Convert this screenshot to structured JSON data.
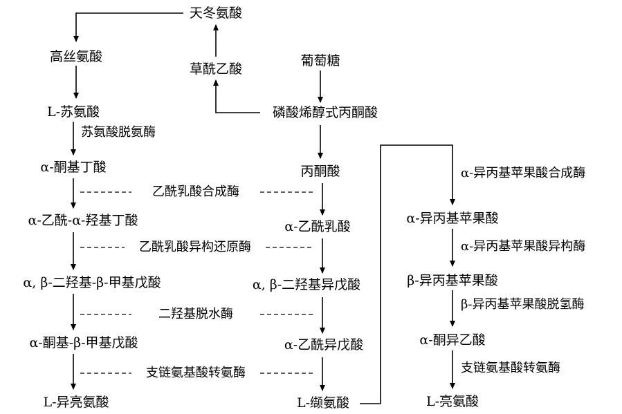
{
  "nodes": {
    "aspartate": "天冬氨酸",
    "homoserine": "高丝氨酸",
    "oxaloacetate": "草酰乙酸",
    "glucose": "葡萄糖",
    "threonine": "L-苏氨酸",
    "pep": "磷酸烯醇式丙酮酸",
    "ketobutyrate": "α-酮基丁酸",
    "pyruvate": "丙酮酸",
    "aceto_hydroxybutyrate": "α-乙酰-α-羟基丁酸",
    "acetolactate": "α-乙酰乳酸",
    "dihydroxy_methylvalerate": "α, β-二羟基-β-甲基戊酸",
    "dihydroxy_isovalerate": "α, β-二羟基异戊酸",
    "keto_methylvalerate": "α-酮基-β-甲基戊酸",
    "aceto_isovalerate": "α-乙酰异戊酸",
    "isoleucine": "L-异亮氨酸",
    "valine": "L-缬氨酸",
    "a_isopropylmalate": "α-异丙基苹果酸",
    "b_isopropylmalate": "β-异丙基苹果酸",
    "ketoisocaproate": "α-酮异乙酸",
    "leucine": "L-亮氨酸"
  },
  "enzymes": {
    "threonine_deaminase": "苏氨酸脱氨酶",
    "acetolactate_synthase": "乙酰乳酸合成酶",
    "acetolactate_isomeroreductase": "乙酰乳酸异构还原酶",
    "dihydroxy_dehydratase": "二羟基脱水酶",
    "bcaa_transaminase_left": "支链氨基酸转氨酶",
    "ipm_synthase": "α-异丙基苹果酸合成酶",
    "ipm_isomerase": "α-异丙基苹果酸异构酶",
    "ipm_dehydrogenase": "β-异丙基苹果酸脱氢酶",
    "bcaa_transaminase_right": "支链氨基酸转氨酶"
  }
}
